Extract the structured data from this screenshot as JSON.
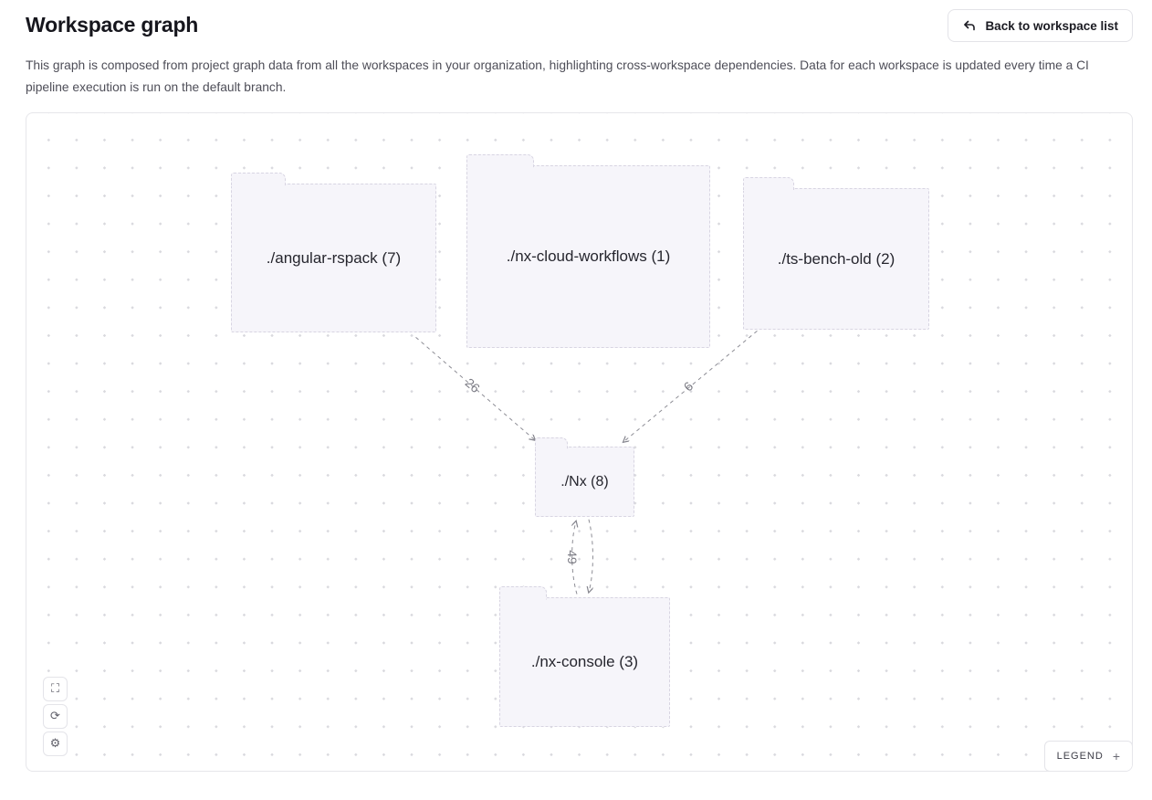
{
  "header": {
    "title": "Workspace graph",
    "back_button_label": "Back to workspace list"
  },
  "description": "This graph is composed from project graph data from all the workspaces in your organization, highlighting cross-workspace dependencies. Data for each workspace is updated every time a CI pipeline execution is run on the default branch.",
  "graph": {
    "nodes": [
      {
        "id": "angular-rspack",
        "label": "./angular-rspack (7)"
      },
      {
        "id": "nx-cloud-workflows",
        "label": "./nx-cloud-workflows (1)"
      },
      {
        "id": "ts-bench-old",
        "label": "./ts-bench-old (2)"
      },
      {
        "id": "nx",
        "label": "./Nx (8)"
      },
      {
        "id": "nx-console",
        "label": "./nx-console (3)"
      }
    ],
    "edges": [
      {
        "from": "angular-rspack",
        "to": "nx",
        "label": "26"
      },
      {
        "from": "ts-bench-old",
        "to": "nx",
        "label": "6"
      },
      {
        "from": "nx",
        "to": "nx-console",
        "label": "49"
      }
    ]
  },
  "toolbar": {
    "buttons": [
      {
        "name": "fit-view-icon",
        "glyph": "⛶"
      },
      {
        "name": "refresh-icon",
        "glyph": "⟳"
      },
      {
        "name": "settings-icon",
        "glyph": "⚙"
      }
    ]
  },
  "legend": {
    "label": "LEGEND",
    "expand_glyph": "+"
  },
  "colors": {
    "node_fill": "#f6f5fa",
    "node_border": "#d8d5e2",
    "edge": "#8d8d95",
    "canvas_border": "#e6e6ea",
    "text_primary": "#16161d",
    "text_secondary": "#4e4e58"
  }
}
